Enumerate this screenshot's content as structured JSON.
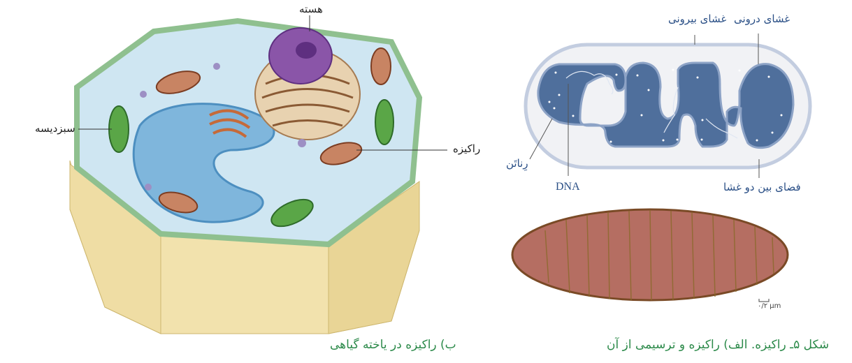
{
  "plant_cell": {
    "labels": {
      "nucleus": "هسته",
      "chloroplast": "سبزدیسه",
      "mitochondrion": "راکیزه"
    },
    "caption": "ب) راکیزه در یاخته گیاهی"
  },
  "mitochondrion_diagram": {
    "labels": {
      "inner_membrane": "غشای درونی",
      "outer_membrane": "غشای بیرونی",
      "ribosome": "رِناتَن",
      "dna": "DNA",
      "intermembrane_space": "فضای بین دو غشا"
    },
    "scale_bar": "۰/۲ µm",
    "caption": "شکل ۵ـ راکیزه. الف) راکیزه و ترسیمی از آن"
  },
  "colors": {
    "label_blue": "#2a4f86",
    "caption_green": "#2c8a4a",
    "matrix_blue": "#4f6f9c",
    "outer_membrane": "#c3cde0"
  }
}
